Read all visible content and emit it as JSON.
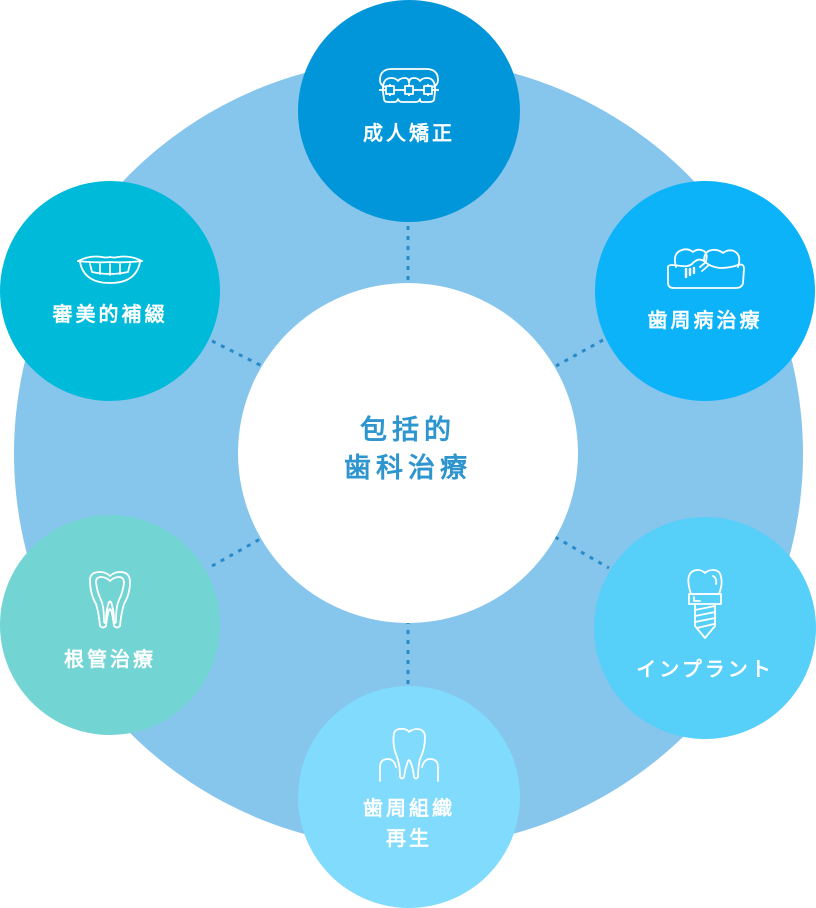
{
  "diagram": {
    "center": {
      "line1": "包括的",
      "line2": "歯科治療",
      "text_color": "#2e95cf",
      "fill": "#ffffff"
    },
    "background_ring_color": "#86c5ec",
    "connector_color": "#2a8ac8",
    "nodes": [
      {
        "id": "adult-orthodontics",
        "label": "成人矯正",
        "icon": "braces-icon",
        "color": "#0096d9",
        "position": "top"
      },
      {
        "id": "periodontal-treatment",
        "label": "歯周病治療",
        "icon": "gum-disease-icon",
        "color": "#0cb3f9",
        "position": "upper-right"
      },
      {
        "id": "implant",
        "label": "インプラント",
        "icon": "implant-icon",
        "color": "#56cff9",
        "position": "lower-right"
      },
      {
        "id": "periodontal-regeneration",
        "label_line1": "歯周組織",
        "label_line2": "再生",
        "icon": "tooth-gum-icon",
        "color": "#80dbfc",
        "position": "bottom"
      },
      {
        "id": "root-canal",
        "label": "根管治療",
        "icon": "tooth-root-icon",
        "color": "#72d4d3",
        "position": "lower-left"
      },
      {
        "id": "aesthetic-prosthetics",
        "label": "審美的補綴",
        "icon": "smile-teeth-icon",
        "color": "#00bad9",
        "position": "upper-left"
      }
    ]
  }
}
